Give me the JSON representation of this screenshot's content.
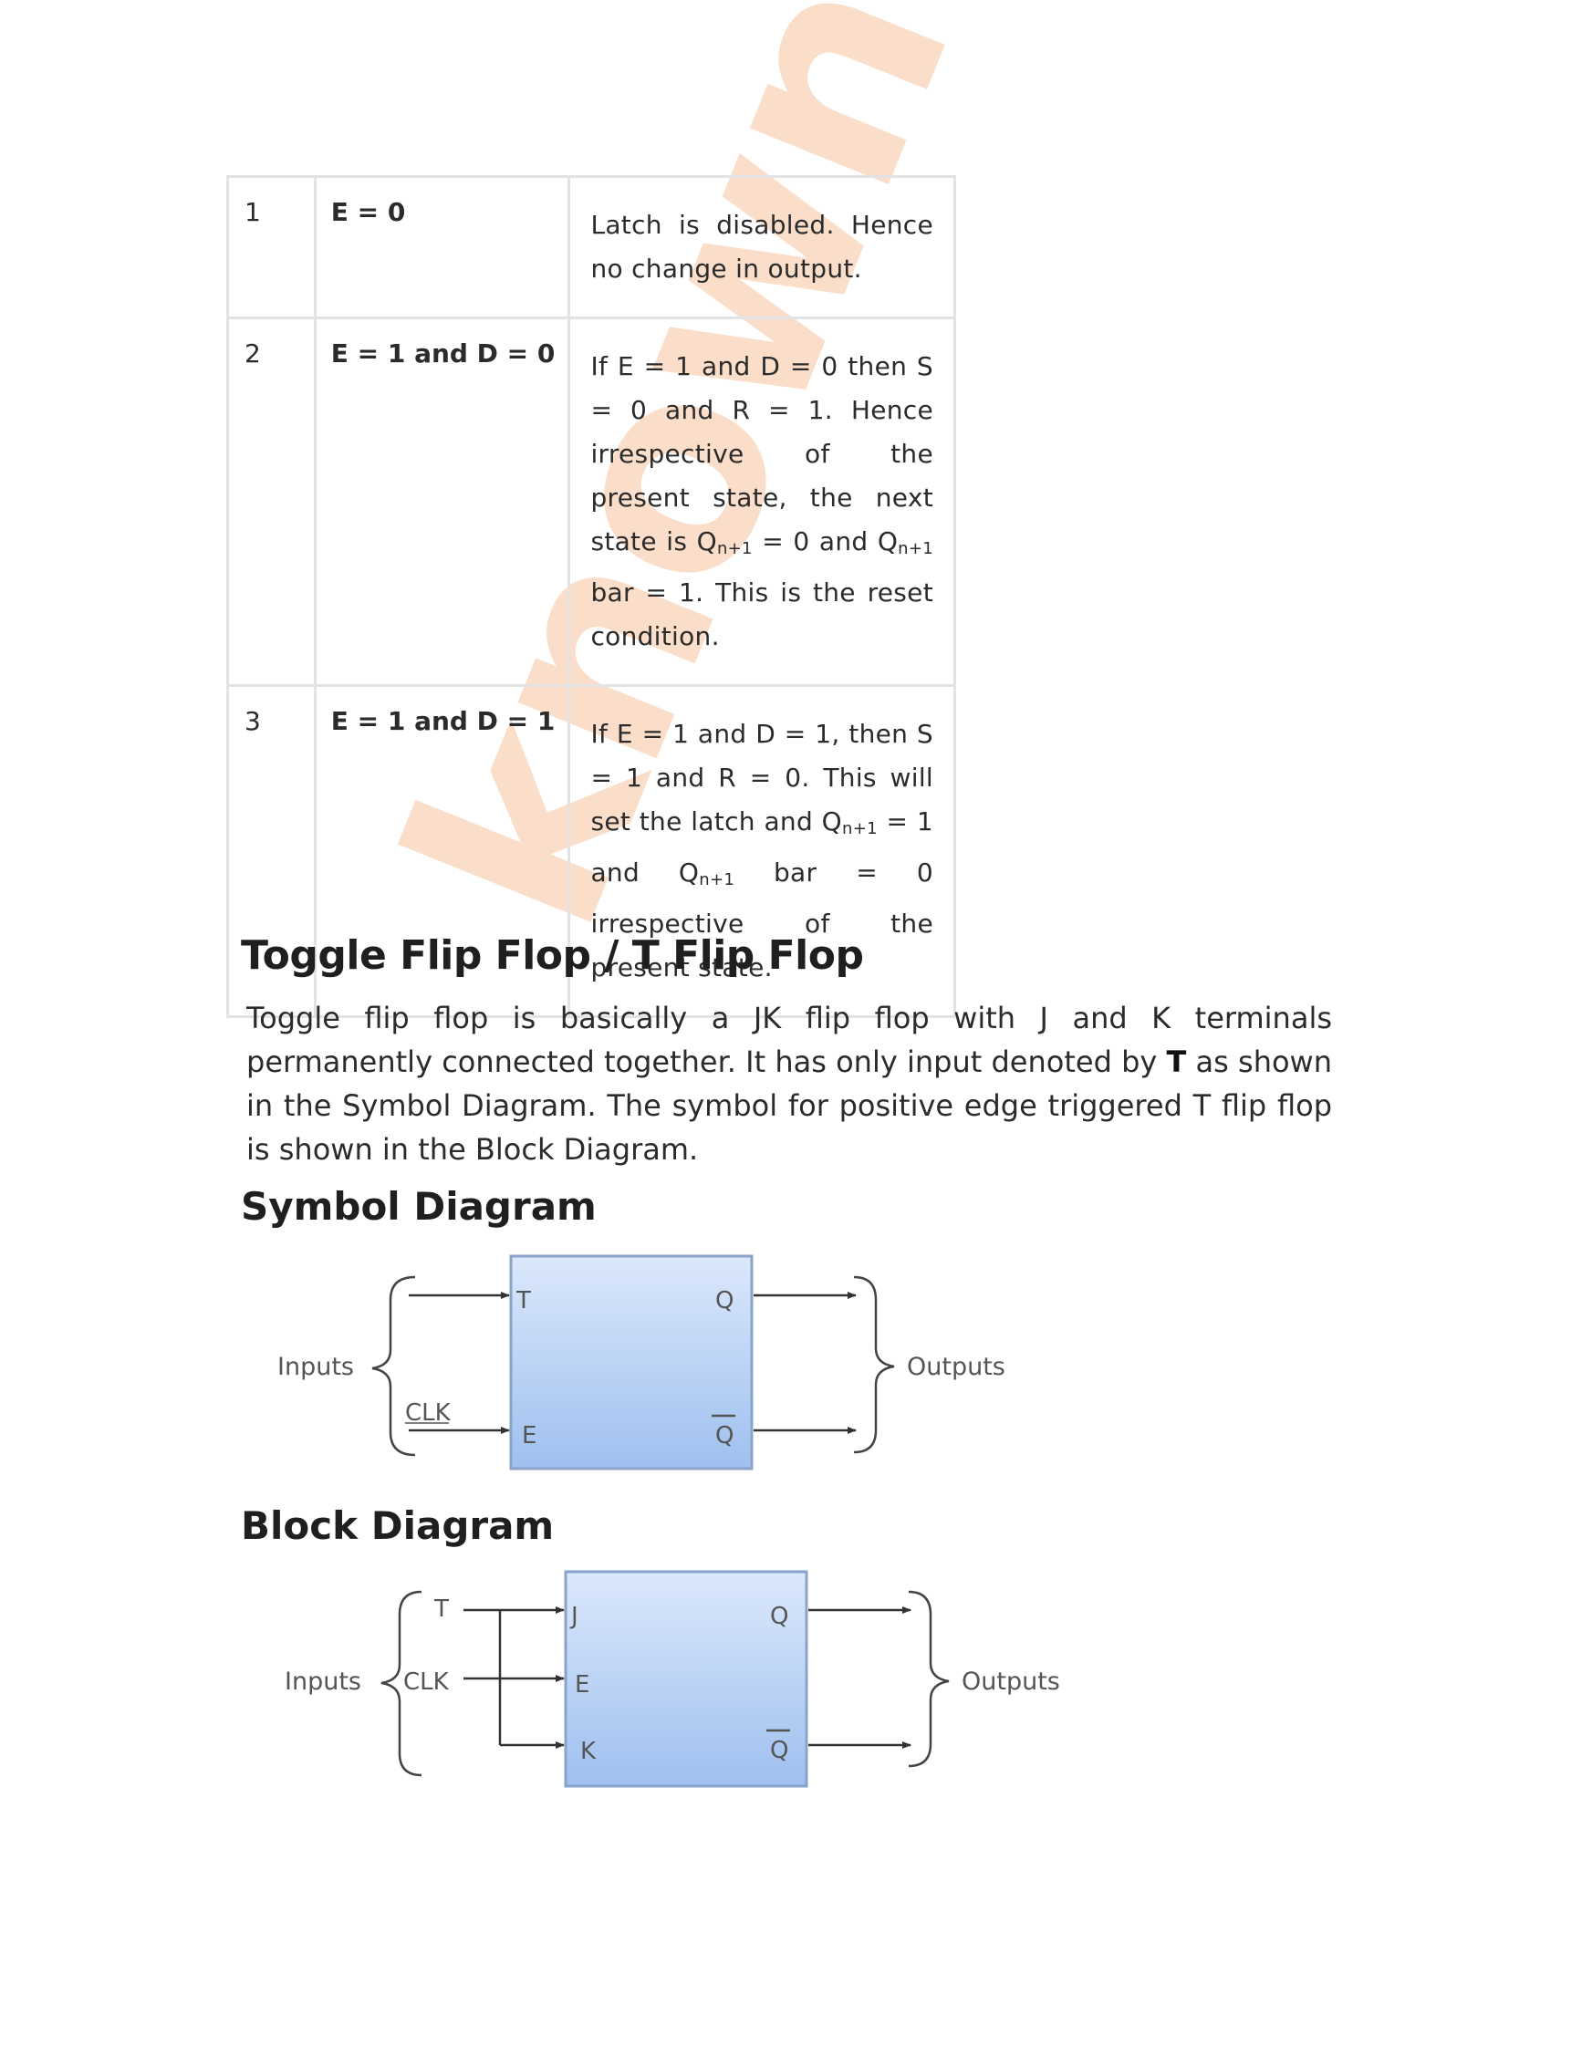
{
  "watermark": "knownotes",
  "table": {
    "rows": [
      {
        "sn": "1",
        "condition": "E = 0",
        "description": [
          {
            "t": "Latch is disabled. Hence no change in output."
          }
        ]
      },
      {
        "sn": "2",
        "condition": "E = 1 and D = 0",
        "description": [
          {
            "t": "If E = 1 and D = 0 then S = 0 and R = 1. Hence irrespective of the present state, the next state is Q"
          },
          {
            "t": "n+1",
            "sub": true
          },
          {
            "t": " = 0 and Q"
          },
          {
            "t": "n+1",
            "sub": true
          },
          {
            "t": " bar = 1. This is the reset condition."
          }
        ]
      },
      {
        "sn": "3",
        "condition": "E = 1 and D = 1",
        "description": [
          {
            "t": "If E = 1 and D = 1, then S = 1 and R = 0. This will set the latch and Q"
          },
          {
            "t": "n+1",
            "sub": true
          },
          {
            "t": " = 1 and Q"
          },
          {
            "t": "n+1",
            "sub": true
          },
          {
            "t": " bar = 0 irrespective of the present state."
          }
        ]
      }
    ]
  },
  "section": {
    "title": "Toggle Flip Flop / T Flip Flop",
    "body_before": "Toggle flip flop is basically a JK flip flop with J and K terminals permanently connected together. It has only input denoted by ",
    "body_bold": "T",
    "body_after": " as shown in the Symbol Diagram. The symbol for positive edge triggered T flip flop is shown in the Block Diagram."
  },
  "symbol_diagram": {
    "heading": "Symbol Diagram",
    "inputs_label": "Inputs",
    "outputs_label": "Outputs",
    "clk_label": "CLK",
    "pin_t": "T",
    "pin_e": "E",
    "pin_q": "Q",
    "pin_qbar": "Q"
  },
  "block_diagram": {
    "heading": "Block Diagram",
    "inputs_label": "Inputs",
    "outputs_label": "Outputs",
    "t_label": "T",
    "clk_label": "CLK",
    "pin_j": "J",
    "pin_e": "E",
    "pin_k": "K",
    "pin_q": "Q",
    "pin_qbar": "Q"
  }
}
